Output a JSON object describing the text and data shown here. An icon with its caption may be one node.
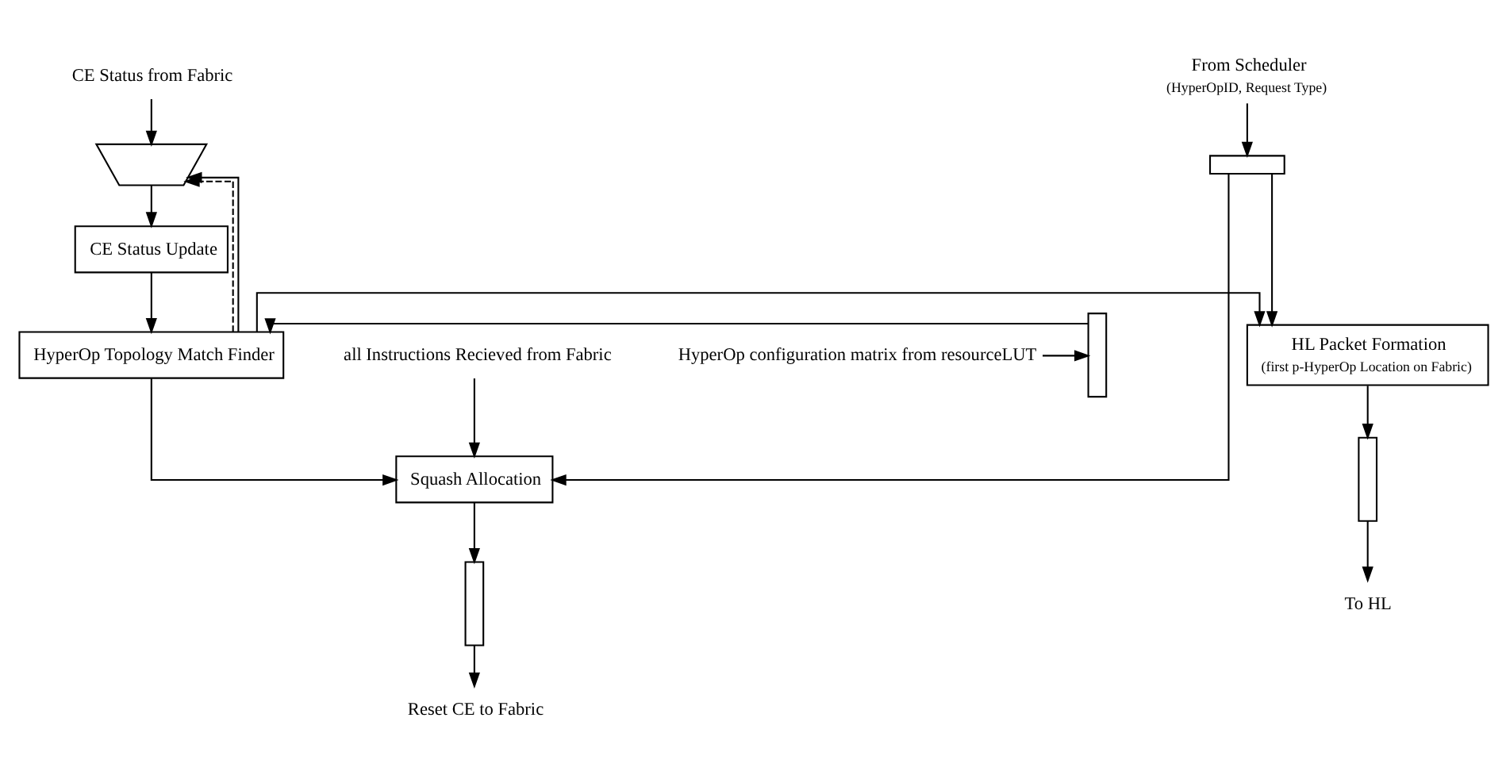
{
  "diagram": {
    "nodes": [
      {
        "text": [
          "CE Status from Fabric"
        ]
      },
      {
        "text": [],
        "shape": "trapezoid"
      },
      {
        "text": [
          "CE Status Update"
        ]
      },
      {
        "text": [
          "HyperOp Topology Match Finder"
        ]
      },
      {
        "text": [
          "HyperOp configuration matrix from resourceLUT"
        ]
      },
      {
        "text": [],
        "shape": "bar"
      },
      {
        "text": [
          "From Scheduler"
        ],
        "beside": [
          "(HyperOpID, Request Type)"
        ]
      },
      {
        "text": [],
        "shape": "box"
      },
      {
        "text": [
          "all Instructions Recieved from Fabric"
        ]
      },
      {
        "text": [
          "Squash Allocation"
        ]
      },
      {
        "text": [
          "HL Packet Formation",
          "(first p-HyperOp Location on Fabric)"
        ]
      },
      {
        "text": [],
        "shape": "bar"
      },
      {
        "text": [
          "Reset CE to Fabric"
        ]
      },
      {
        "text": [],
        "shape": "bar"
      },
      {
        "text": [
          "To HL"
        ]
      }
    ],
    "edges": [
      {
        "from": 0,
        "to": 1,
        "arrow": "to"
      },
      {
        "from": 1,
        "to": 2,
        "arrow": "to"
      },
      {
        "from": 2,
        "to": 3,
        "arrow": "to"
      },
      {
        "from": 3,
        "to": 1,
        "arrow": "to"
      },
      {
        "from": 3,
        "to": 1,
        "arrow": "to",
        "style": "dashed"
      },
      {
        "from": 3,
        "to": 9,
        "arrow": "to"
      },
      {
        "from": 6,
        "to": 7,
        "arrow": "to"
      },
      {
        "from": 7,
        "to": 9,
        "arrow": "to"
      },
      {
        "from": 7,
        "to": 10,
        "arrow": "to"
      },
      {
        "from": 8,
        "to": 9,
        "arrow": "to"
      },
      {
        "from": 3,
        "to": 10,
        "arrow": "to"
      },
      {
        "from": 4,
        "to": 5,
        "arrow": "to"
      },
      {
        "from": 5,
        "to": 3,
        "arrow": "to"
      },
      {
        "from": 9,
        "to": 11,
        "arrow": "to"
      },
      {
        "from": 11,
        "to": 12,
        "arrow": "to"
      },
      {
        "from": 10,
        "to": 13,
        "arrow": "to"
      },
      {
        "from": 13,
        "to": 14,
        "arrow": "to"
      }
    ]
  }
}
